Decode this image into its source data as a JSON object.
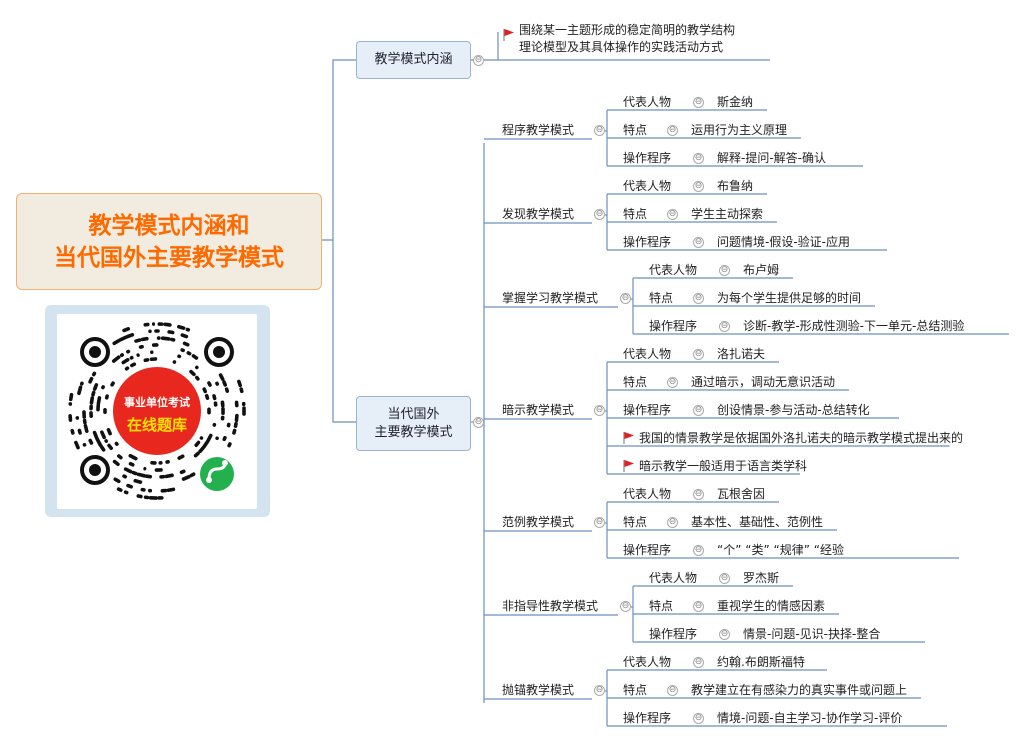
{
  "root": {
    "line1": "教学模式内涵和",
    "line2": "当代国外主要教学模式"
  },
  "branch1": {
    "label": "教学模式内涵",
    "notes": [
      "围绕某一主题形成的稳定简明的教学结构",
      "理论模型及其具体操作的实践活动方式"
    ]
  },
  "branch2": {
    "line1": "当代国外",
    "line2": "主要教学模式",
    "models": [
      {
        "name": "程序教学模式",
        "items": [
          {
            "k": "代表人物",
            "v": "斯金纳"
          },
          {
            "k": "特点",
            "v": "运用行为主义原理"
          },
          {
            "k": "操作程序",
            "v": "解释-提问-解答-确认"
          }
        ]
      },
      {
        "name": "发现教学模式",
        "items": [
          {
            "k": "代表人物",
            "v": "布鲁纳"
          },
          {
            "k": "特点",
            "v": "学生主动探索"
          },
          {
            "k": "操作程序",
            "v": "问题情境-假设-验证-应用"
          }
        ]
      },
      {
        "name": "掌握学习教学模式",
        "items": [
          {
            "k": "代表人物",
            "v": "布卢姆"
          },
          {
            "k": "特点",
            "v": "为每个学生提供足够的时间"
          },
          {
            "k": "操作程序",
            "v": "诊断-教学-形成性测验-下一单元-总结测验"
          }
        ]
      },
      {
        "name": "暗示教学模式",
        "items": [
          {
            "k": "代表人物",
            "v": "洛扎诺夫"
          },
          {
            "k": "特点",
            "v": "通过暗示，调动无意识活动"
          },
          {
            "k": "操作程序",
            "v": "创设情景-参与活动-总结转化"
          }
        ],
        "notes": [
          "我国的情景教学是依据国外洛扎诺夫的暗示教学模式提出来的",
          "暗示教学一般适用于语言类学科"
        ]
      },
      {
        "name": "范例教学模式",
        "items": [
          {
            "k": "代表人物",
            "v": "瓦根舍因"
          },
          {
            "k": "特点",
            "v": "基本性、基础性、范例性"
          },
          {
            "k": "操作程序",
            "v": "“个”  “类”  “规律”  “经验"
          }
        ]
      },
      {
        "name": "非指导性教学模式",
        "items": [
          {
            "k": "代表人物",
            "v": "罗杰斯"
          },
          {
            "k": "特点",
            "v": "重视学生的情感因素"
          },
          {
            "k": "操作程序",
            "v": "情景-问题-见识-抉择-整合"
          }
        ]
      },
      {
        "name": "抛锚教学模式",
        "items": [
          {
            "k": "代表人物",
            "v": "约翰.布朗斯福特"
          },
          {
            "k": "特点",
            "v": "教学建立在有感染力的真实事件或问题上"
          },
          {
            "k": "操作程序",
            "v": "情境-问题-自主学习-协作学习-评价"
          }
        ]
      }
    ]
  },
  "qr": {
    "line1": "事业单位考试",
    "line2": "在线题库"
  },
  "colors": {
    "accent": "#ff6a00",
    "flag": "#e02020",
    "line": "#6a8fbf"
  }
}
